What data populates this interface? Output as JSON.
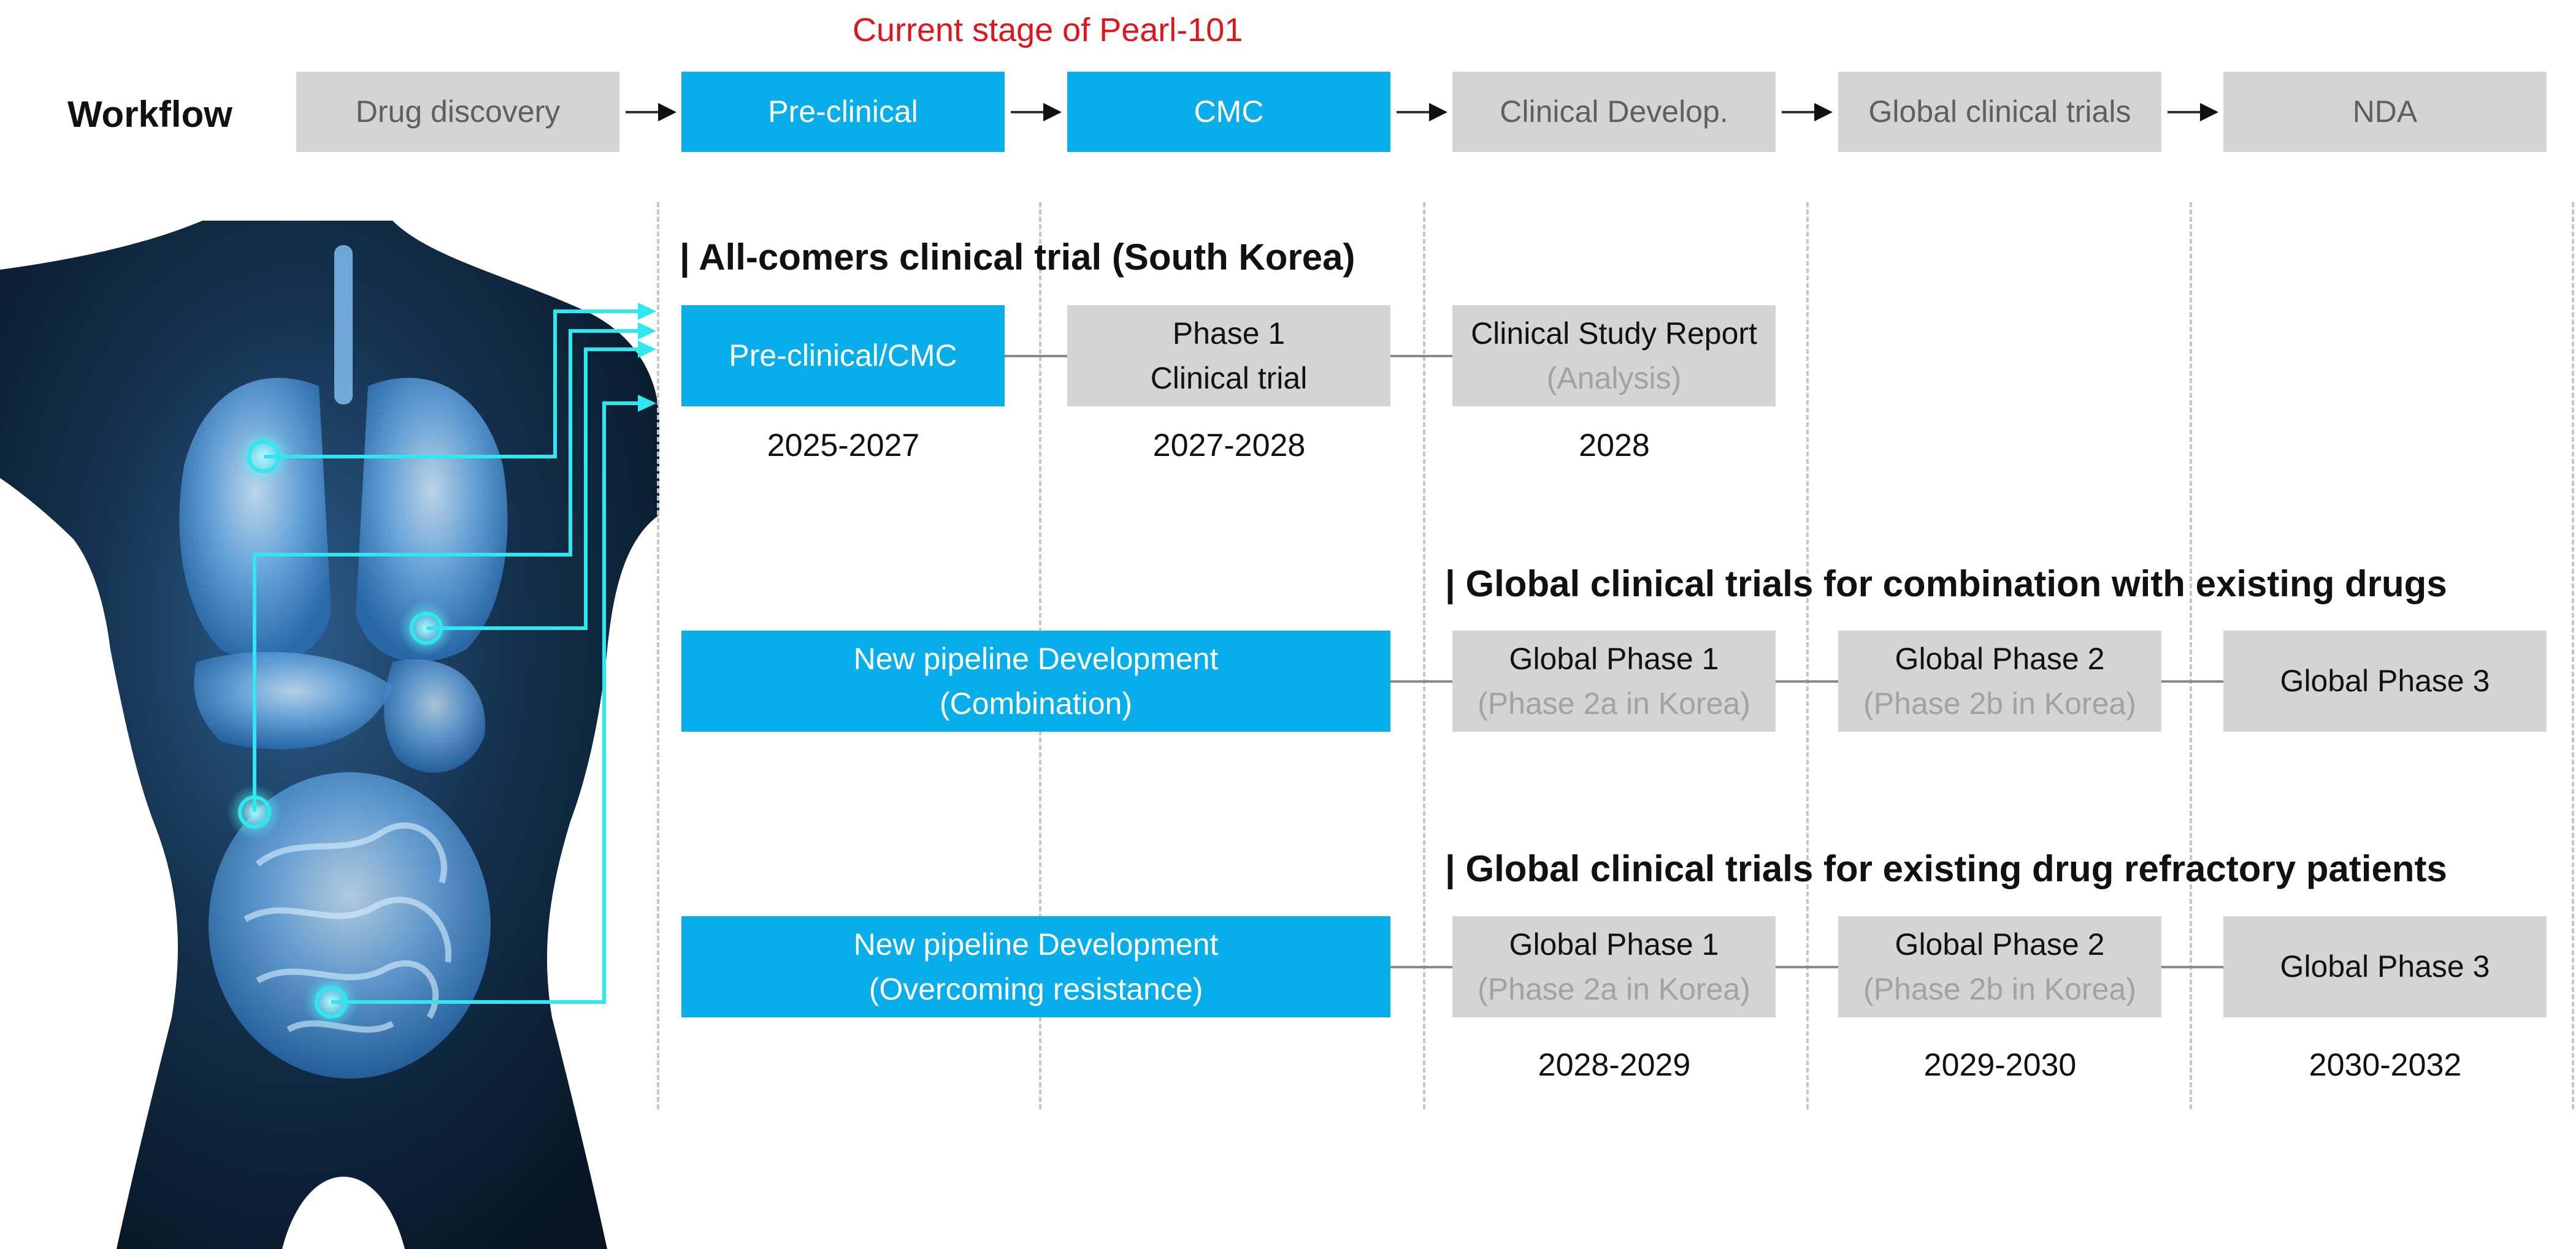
{
  "current_stage_label": "Current stage of Pearl-101",
  "workflow": {
    "label": "Workflow",
    "steps": [
      "Drug discovery",
      "Pre-clinical",
      "CMC",
      "Clinical Develop.",
      "Global clinical trials",
      "NDA"
    ]
  },
  "section1": {
    "title": "| All-comers clinical trial (South Korea)",
    "boxes": [
      {
        "line1": "Pre-clinical/CMC",
        "year": "2025-2027"
      },
      {
        "line1": "Phase 1",
        "line2": "Clinical trial",
        "year": "2027-2028"
      },
      {
        "line1": "Clinical Study Report",
        "line2": "(Analysis)",
        "year": "2028"
      }
    ]
  },
  "section2": {
    "title": "| Global clinical trials for combination with existing drugs",
    "pipeline_line1": "New pipeline Development",
    "pipeline_line2": "(Combination)",
    "phase1_line1": "Global Phase 1",
    "phase1_line2": "(Phase 2a in Korea)",
    "phase2_line1": "Global Phase 2",
    "phase2_line2": "(Phase 2b in Korea)",
    "phase3": "Global Phase 3"
  },
  "section3": {
    "title": "| Global clinical trials for existing drug refractory patients",
    "pipeline_line1": "New pipeline Development",
    "pipeline_line2": "(Overcoming resistance)",
    "phase1_line1": "Global Phase 1",
    "phase1_line2": "(Phase 2a in Korea)",
    "phase2_line1": "Global Phase 2",
    "phase2_line2": "(Phase 2b in Korea)",
    "phase3": "Global Phase 3",
    "years": [
      "2028-2029",
      "2029-2030",
      "2030-2032"
    ]
  },
  "colors": {
    "accent": "#08aee9",
    "box_gray": "#d4d4d4",
    "current_stage": "#e0141b",
    "body_glow": "#2ee8f0"
  },
  "illustration": {
    "subject": "human torso anatomy illustration with highlighted organs"
  }
}
